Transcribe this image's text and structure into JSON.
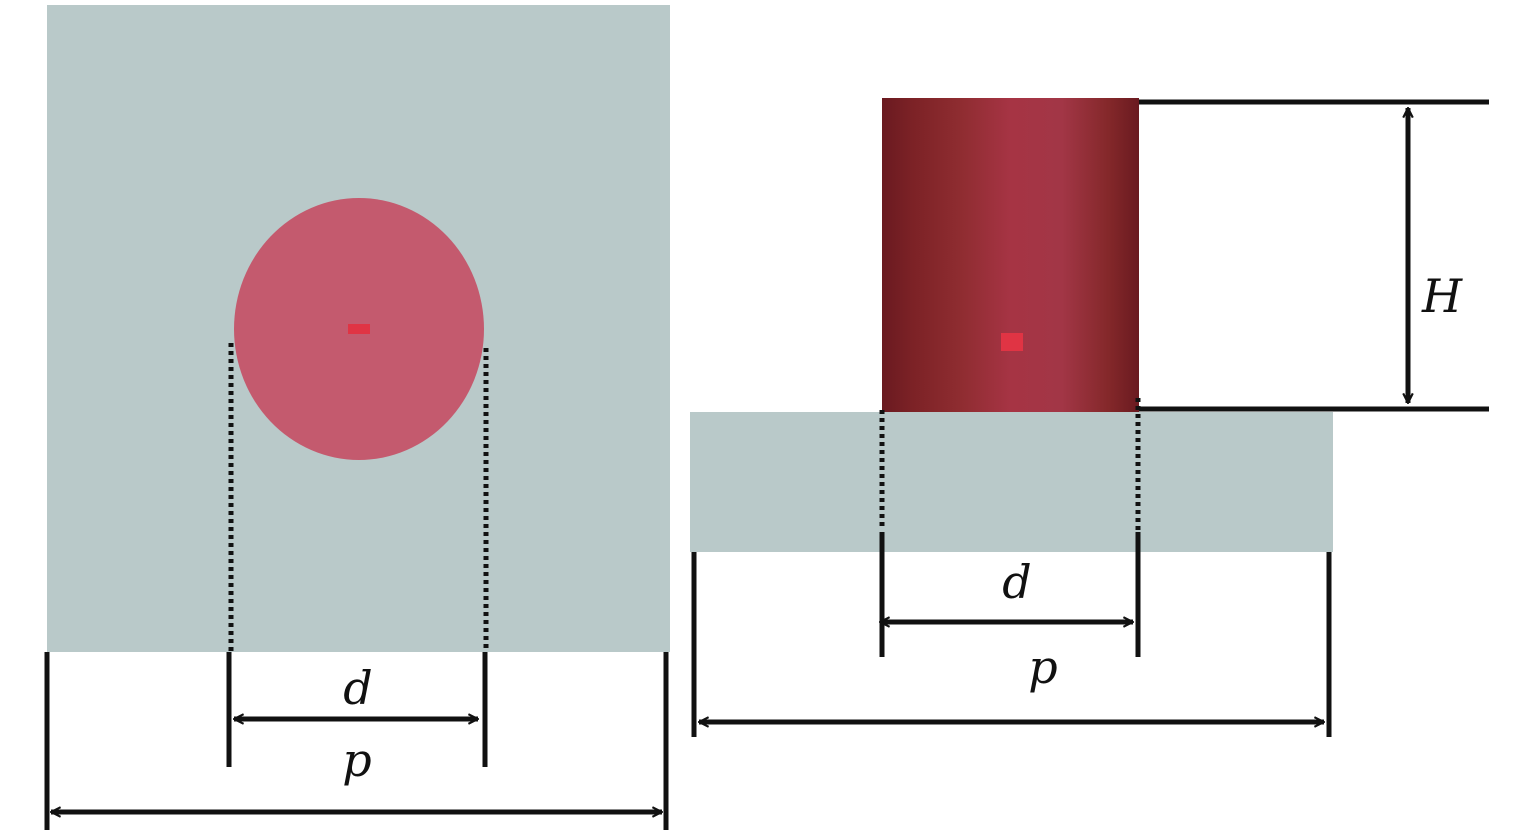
{
  "colors": {
    "substrate": "#b9c9c9",
    "pillar_top": "#c45a6e",
    "pillar_center_mark": "#e03444",
    "pillar_side_dark": "#6a1a20",
    "pillar_side_mid": "#8a2a2c",
    "pillar_side_light": "#a63444",
    "dimension_line": "#111111"
  },
  "top_view": {
    "label_d": "d",
    "label_p": "p"
  },
  "side_view": {
    "label_d": "d",
    "label_p": "p",
    "label_H": "H"
  }
}
